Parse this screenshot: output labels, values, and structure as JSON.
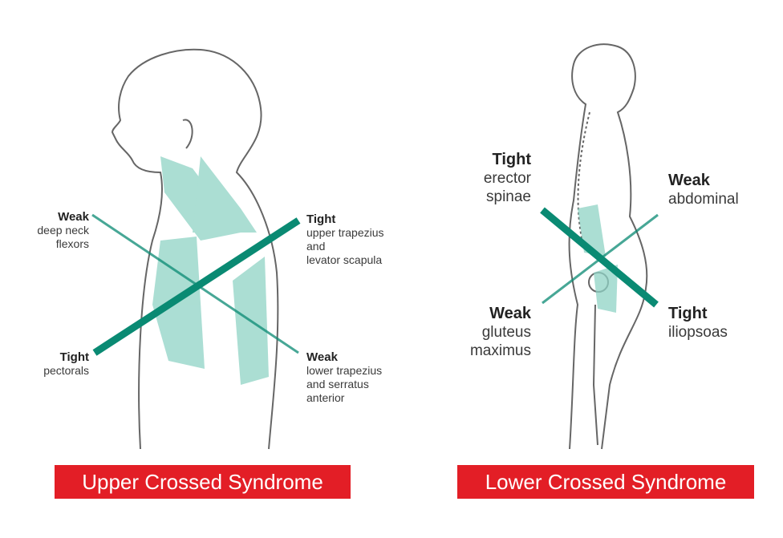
{
  "colors": {
    "muscle_line": "#0a8a73",
    "muscle_fill": "#8fd3c5",
    "banner": "#e31e26",
    "outline": "#555555"
  },
  "upper": {
    "title": "Upper Crossed Syndrome",
    "labels": {
      "weak_neck": {
        "status": "Weak",
        "text": [
          "deep neck",
          "flexors"
        ]
      },
      "tight_trap": {
        "status": "Tight",
        "text": [
          "upper trapezius",
          "and",
          "levator scapula"
        ]
      },
      "tight_pec": {
        "status": "Tight",
        "text": [
          "pectorals"
        ]
      },
      "weak_lower": {
        "status": "Weak",
        "text": [
          "lower trapezius",
          "and serratus",
          "anterior"
        ]
      }
    }
  },
  "lower": {
    "title": "Lower Crossed Syndrome",
    "labels": {
      "tight_erector": {
        "status": "Tight",
        "text": [
          "erector",
          "spinae"
        ]
      },
      "weak_abd": {
        "status": "Weak",
        "text": [
          "abdominal"
        ]
      },
      "weak_glute": {
        "status": "Weak",
        "text": [
          "gluteus",
          "maximus"
        ]
      },
      "tight_ilio": {
        "status": "Tight",
        "text": [
          "iliopsoas"
        ]
      }
    }
  }
}
